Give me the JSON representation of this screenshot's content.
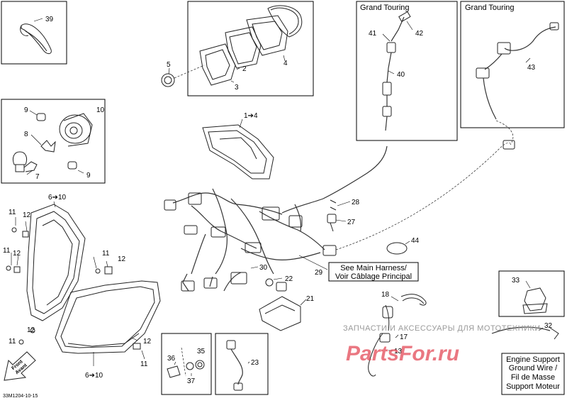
{
  "callouts": [
    {
      "id": "c39",
      "text": "39"
    },
    {
      "id": "c5",
      "text": "5"
    },
    {
      "id": "c2",
      "text": "2"
    },
    {
      "id": "c3",
      "text": "3"
    },
    {
      "id": "c4",
      "text": "4"
    },
    {
      "id": "c14",
      "text": "1➔4"
    },
    {
      "id": "c9a",
      "text": "9"
    },
    {
      "id": "c10",
      "text": "10"
    },
    {
      "id": "c8",
      "text": "8"
    },
    {
      "id": "c7",
      "text": "7"
    },
    {
      "id": "c9b",
      "text": "9"
    },
    {
      "id": "c610a",
      "text": "6➔10"
    },
    {
      "id": "c11a",
      "text": "11"
    },
    {
      "id": "c12a",
      "text": "12"
    },
    {
      "id": "c11b",
      "text": "11"
    },
    {
      "id": "c12b",
      "text": "12"
    },
    {
      "id": "c11c",
      "text": "11"
    },
    {
      "id": "c12c",
      "text": "12"
    },
    {
      "id": "c12d",
      "text": "12"
    },
    {
      "id": "c11d",
      "text": "11"
    },
    {
      "id": "c12e",
      "text": "12"
    },
    {
      "id": "c11e",
      "text": "11"
    },
    {
      "id": "c610b",
      "text": "6➔10"
    },
    {
      "id": "c41",
      "text": "41"
    },
    {
      "id": "c42",
      "text": "42"
    },
    {
      "id": "c40",
      "text": "40"
    },
    {
      "id": "c43",
      "text": "43"
    },
    {
      "id": "c28",
      "text": "28"
    },
    {
      "id": "c27",
      "text": "27"
    },
    {
      "id": "c44",
      "text": "44"
    },
    {
      "id": "c30",
      "text": "30"
    },
    {
      "id": "c22",
      "text": "22"
    },
    {
      "id": "c29",
      "text": "29"
    },
    {
      "id": "c21",
      "text": "21"
    },
    {
      "id": "c18",
      "text": "18"
    },
    {
      "id": "c17",
      "text": "17"
    },
    {
      "id": "c13",
      "text": "13"
    },
    {
      "id": "c33",
      "text": "33"
    },
    {
      "id": "c32",
      "text": "32"
    },
    {
      "id": "c36",
      "text": "36"
    },
    {
      "id": "c35",
      "text": "35"
    },
    {
      "id": "c37",
      "text": "37"
    },
    {
      "id": "c23",
      "text": "23"
    }
  ],
  "labels": {
    "grand_touring_1": "Grand Touring",
    "grand_touring_2": "Grand Touring",
    "main_harness_line1": "See Main Harness/",
    "main_harness_line2": "Voir Câblage Principal",
    "engine_support_line1": "Engine Support",
    "engine_support_line2": "Ground Wire /",
    "engine_support_line3": "Fil de Masse",
    "engine_support_line4": "Support Moteur",
    "front_line1": "Front",
    "front_line2": "Avant",
    "drawing_code": "33M1204-10-15"
  },
  "watermark": {
    "line1": "ЗАПЧАСТИ И АКСЕССУАРЫ ДЛЯ МОТОТЕХНИКИ",
    "line2": "PartsFor.ru"
  }
}
